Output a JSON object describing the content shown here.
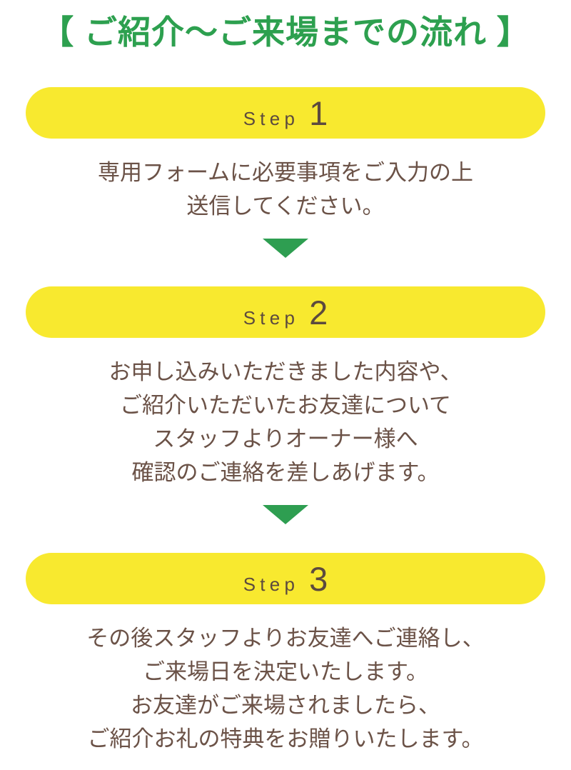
{
  "page": {
    "title": "【 ご紹介〜ご来場までの流れ 】"
  },
  "colors": {
    "title_green": "#2da04f",
    "arrow_green": "#2e9e51",
    "pill_yellow": "#f8e92f",
    "step_label_brown": "#5c4a3e",
    "body_text_brown": "#6b5247",
    "background": "#ffffff"
  },
  "icons": {
    "arrow_down": "triangle-down"
  },
  "steps": [
    {
      "label": "Step",
      "number": "1",
      "lines": [
        "専用フォームに必要事項をご入力の上",
        "送信してください。"
      ]
    },
    {
      "label": "Step",
      "number": "2",
      "lines": [
        "お申し込みいただきました内容や、",
        "ご紹介いただいたお友達について",
        "スタッフよりオーナー様へ",
        "確認のご連絡を差しあげます。"
      ]
    },
    {
      "label": "Step",
      "number": "3",
      "lines": [
        "その後スタッフよりお友達へご連絡し、",
        "ご来場日を決定いたします。",
        "お友達がご来場されましたら、",
        "ご紹介お礼の特典をお贈りいたします。"
      ]
    }
  ]
}
